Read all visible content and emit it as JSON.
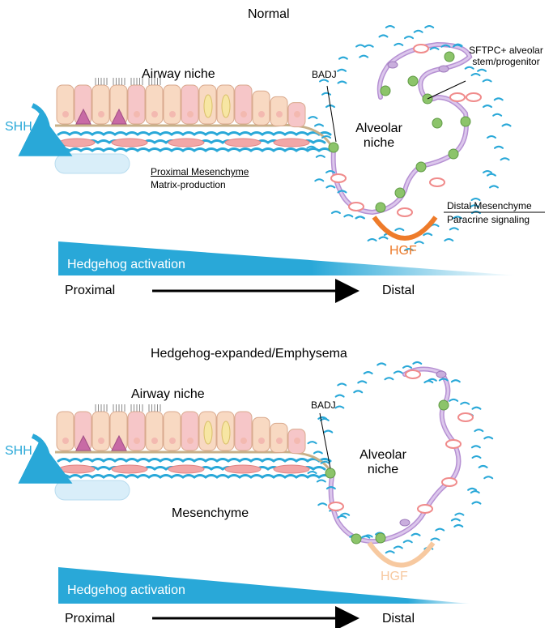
{
  "panels": [
    {
      "title": "Normal",
      "airway": "Airway niche",
      "badj": "BADJ",
      "alveolar_line1": "Alveolar",
      "alveolar_line2": "niche",
      "sftpc_line1": "SFTPC+ alveolar",
      "sftpc_line2": "stem/progenitor",
      "shh": "SHH",
      "prox_mes_title": "Proximal Mesenchyme",
      "prox_mes_sub": "Matrix-production",
      "dist_mes_title": "Distal Mesenchyme",
      "dist_mes_sub": "Paracrine signaling",
      "hgf": "HGF",
      "hedgehog": "Hedgehog activation",
      "proximal": "Proximal",
      "distal": "Distal"
    },
    {
      "title": "Hedgehog-expanded/Emphysema",
      "airway": "Airway niche",
      "badj": "BADJ",
      "alveolar_line1": "Alveolar",
      "alveolar_line2": "niche",
      "shh": "SHH",
      "mesenchyme": "Mesenchyme",
      "hgf": "HGF",
      "hedgehog": "Hedgehog activation",
      "proximal": "Proximal",
      "distal": "Distal"
    }
  ],
  "colors": {
    "cyan": "#29a8d8",
    "orange": "#ee7b2a",
    "orange_faded": "#f7c9a0",
    "alveolar_purple": "#c9aedd",
    "cell_green": "#8cc46a",
    "fibroblast_pink": "#f2a7a7",
    "epithelium_peach": "#f8d9c2"
  }
}
